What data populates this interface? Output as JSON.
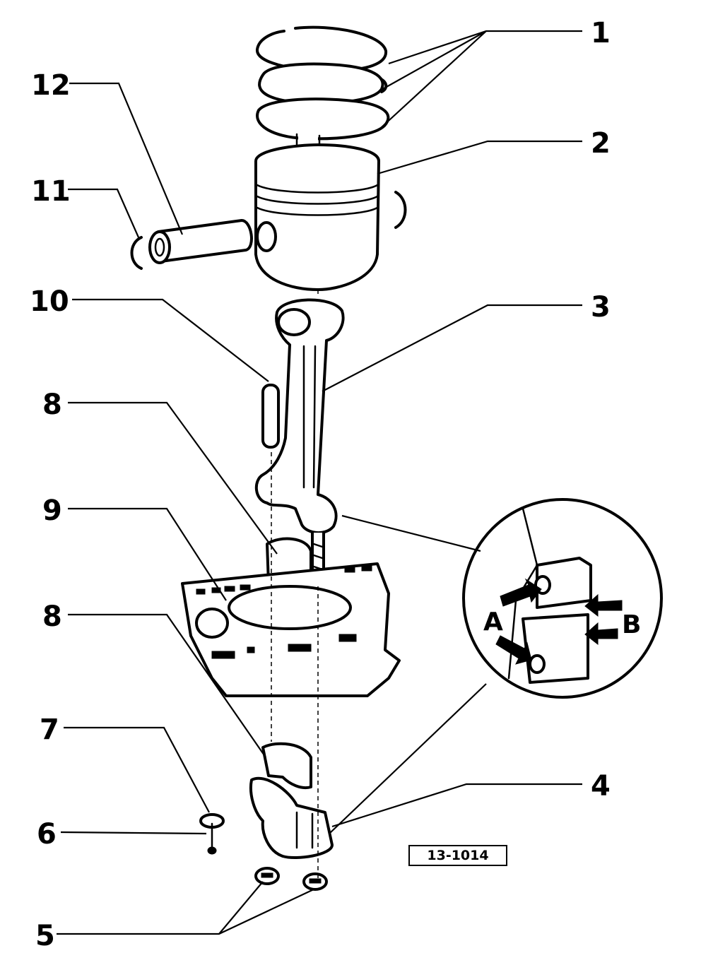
{
  "callouts": {
    "c1": "1",
    "c2": "2",
    "c3": "3",
    "c4": "4",
    "c5": "5",
    "c6": "6",
    "c7": "7",
    "c8a": "8",
    "c8b": "8",
    "c9": "9",
    "c10": "10",
    "c11": "11",
    "c12": "12"
  },
  "detail": {
    "label_a": "A",
    "label_b": "B"
  },
  "figure_number": "13-1014"
}
